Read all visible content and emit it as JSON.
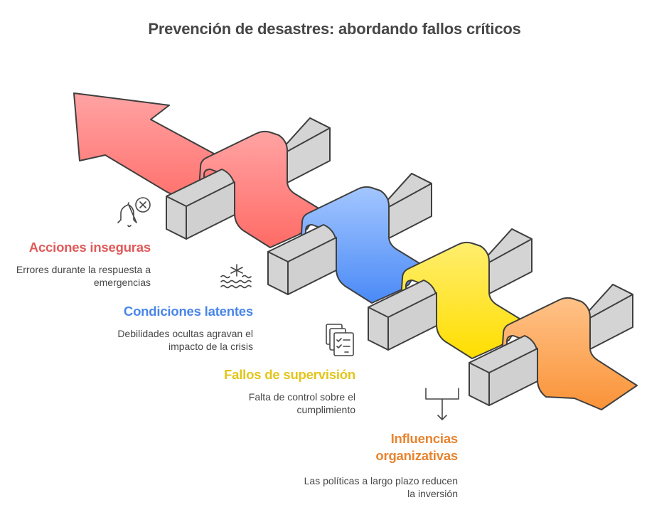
{
  "title": "Prevención de desastres: abordando fallos críticos",
  "items": [
    {
      "heading": "Acciones inseguras",
      "description_line1": "Errores durante la respuesta a",
      "description_line2": "emergencias",
      "color": "#E05A5A",
      "ribbon_top": "#FF9E9E",
      "ribbon_bottom": "#FF6B66",
      "icon": "bell-x-icon"
    },
    {
      "heading": "Condiciones latentes",
      "description_line1": "Debilidades ocultas agravan el",
      "description_line2": "impacto de la crisis",
      "color": "#4A86E8",
      "ribbon_top": "#9EC3FF",
      "ribbon_bottom": "#4E8DF7",
      "icon": "snowflake-waves-icon"
    },
    {
      "heading": "Fallos de supervisión",
      "description_line1": "Falta de control sobre el",
      "description_line2": "cumplimiento",
      "color": "#E3C51A",
      "ribbon_top": "#FFEC66",
      "ribbon_bottom": "#FFE100",
      "icon": "checklist-stack-icon"
    },
    {
      "heading_line1": "Influencias",
      "heading_line2": "organizativas",
      "description_line1": "Las políticas a largo plazo reducen",
      "description_line2": "la inversión",
      "color": "#E8842F",
      "ribbon_top": "#FFBE85",
      "ribbon_bottom": "#FB963F",
      "icon": "merge-down-arrow-icon"
    }
  ],
  "beam_color": "#D4D4D4",
  "outline_color": "#3F3F3F"
}
